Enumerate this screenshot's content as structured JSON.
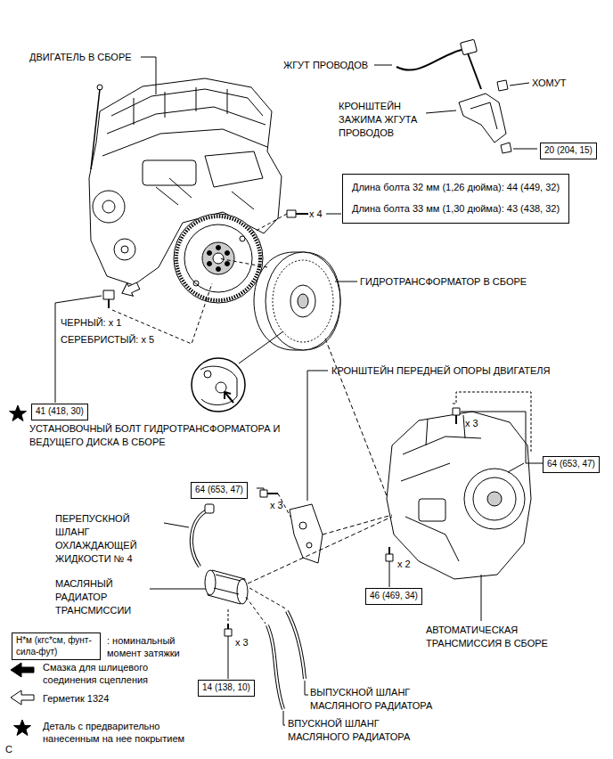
{
  "diagram": {
    "nodes": [
      {
        "text": [
          "20 (204, 15)"
        ]
      },
      {
        "text": [
          "Длина болта 32 мм (1,26 дюйма): 44 (449, 32)",
          "Длина болта 33 мм (1,30 дюйма): 43 (438, 32)"
        ]
      },
      {
        "text": [
          "41 (418, 30)"
        ]
      },
      {
        "text": [
          "64 (653, 47)"
        ]
      },
      {
        "text": [
          "64 (653, 47)"
        ]
      },
      {
        "text": [
          "46 (469, 34)"
        ]
      },
      {
        "text": [
          "Н*м (кгс*см, фунт-сила-фут)"
        ]
      },
      {
        "text": [
          "14 (138, 10)"
        ]
      }
    ],
    "edges": [],
    "labels": [
      "ДВИГАТЕЛЬ В СБОРЕ",
      "ЖГУТ ПРОВОДОВ",
      "ХОМУТ",
      "КРОНШТЕЙН ЗАЖИМА ЖГУТА ПРОВОДОВ",
      "x 4",
      "ГИДРОТРАНСФОРМАТОР В СБОРЕ",
      "ЧЕРНЫЙ: x 1",
      "СЕРЕБРИСТЫЙ: x 5",
      "КРОНШТЕЙН ПЕРЕДНЕЙ ОПОРЫ ДВИГАТЕЛЯ",
      "УСТАНОВОЧНЫЙ БОЛТ ГИДРОТРАНСФОРМАТОРА И ВЕДУЩЕГО ДИСКА В СБОРЕ",
      "x 3",
      "x 3",
      "ПЕРЕПУСКНОЙ ШЛАНГ ОХЛАЖДАЮЩЕЙ ЖИДКОСТИ № 4",
      "x 2",
      "МАСЛЯНЫЙ РАДИАТОР ТРАНСМИССИИ",
      "АВТОМАТИЧЕСКАЯ ТРАНСМИССИЯ В СБОРЕ",
      "x 3",
      "ВЫПУСКНОЙ ШЛАНГ МАСЛЯНОГО РАДИАТОРА",
      "ВПУСКНОЙ ШЛАНГ МАСЛЯНОГО РАДИАТОРА",
      "C"
    ],
    "legend": [
      {
        "text": ": номинальный момент затяжки"
      },
      {
        "text": "Смазка для шлицевого соединения сцепления"
      },
      {
        "text": "Герметик 1324"
      },
      {
        "text": "Деталь с предварительно нанесенным на нее покрытием"
      }
    ]
  }
}
